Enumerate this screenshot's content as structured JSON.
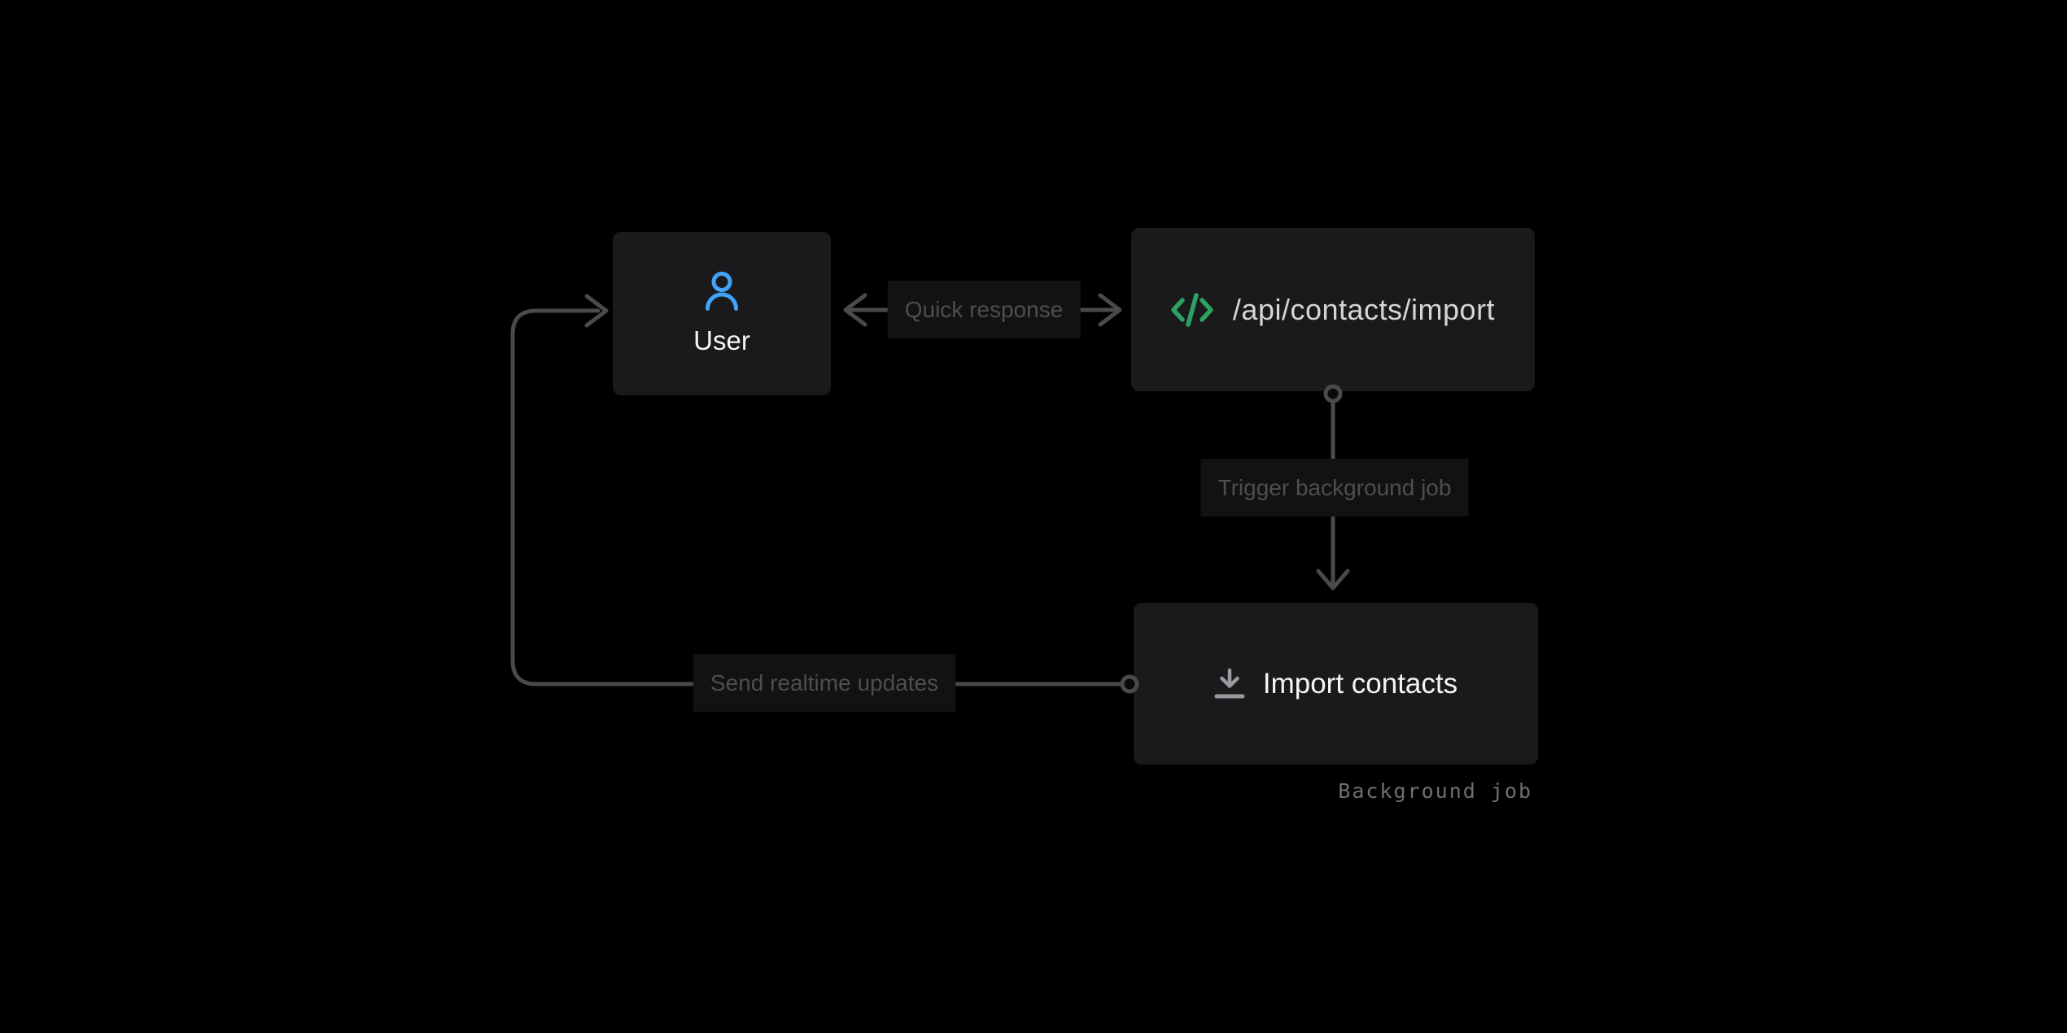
{
  "diagram": {
    "nodes": {
      "user": {
        "label": "User",
        "icon": "user-icon"
      },
      "api_endpoint": {
        "label": "/api/contacts/import",
        "icon": "code-icon"
      },
      "import_job": {
        "label": "Import contacts",
        "icon": "download-icon",
        "caption": "Background job"
      }
    },
    "edges": {
      "quick_response": {
        "label": "Quick response",
        "direction": "bidirectional",
        "between": [
          "user",
          "api_endpoint"
        ]
      },
      "trigger_background_job": {
        "label": "Trigger background job",
        "from": "api_endpoint",
        "to": "import_job"
      },
      "send_realtime_updates": {
        "label": "Send realtime updates",
        "from": "import_job",
        "to": "user"
      }
    }
  },
  "colors": {
    "background": "#000000",
    "node_bg": "#1a1a1c",
    "node_text": "#f5f5f7",
    "api_text": "#d5d5d8",
    "edge_line": "#4a4a4a",
    "edge_label_bg": "#121213",
    "edge_label_text": "#4e4e52",
    "user_icon": "#41a4f7",
    "code_icon": "#2ca262",
    "download_icon": "#9b9b9f",
    "caption_text": "#6f6f72"
  }
}
